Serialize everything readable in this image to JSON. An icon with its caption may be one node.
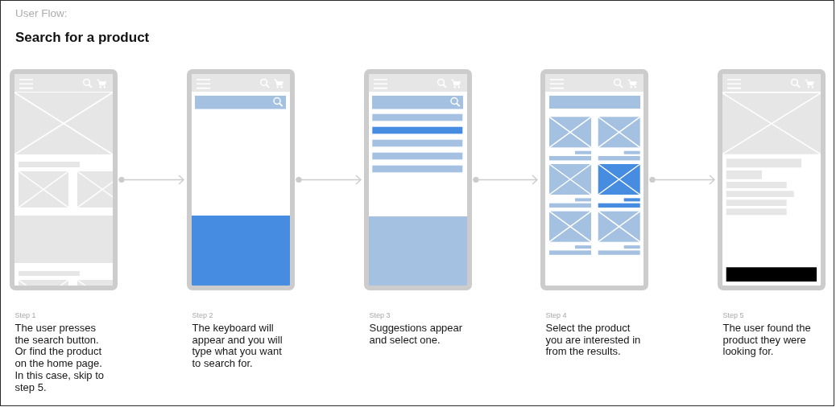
{
  "diagram": {
    "title": "Search for a product",
    "nodes": [
      {
        "text": [],
        "shape": "picture",
        "beside": [
          "Step 1",
          "The user presses the search button. Or find the product on the home page. In this case, skip to step 5."
        ]
      },
      {
        "text": [],
        "shape": "picture",
        "beside": [
          "Step 2",
          "The keyboard will appear and you will type what you want to search for."
        ]
      },
      {
        "text": [],
        "shape": "picture",
        "beside": [
          "Step 3",
          "Suggestions appear and select one."
        ]
      },
      {
        "text": [],
        "shape": "picture",
        "beside": [
          "Step 4",
          "Select the product you are interested in from the results."
        ]
      },
      {
        "text": [],
        "shape": "picture",
        "beside": [
          "Step 5",
          "The user found the product they were looking for."
        ]
      }
    ],
    "edges": [
      {
        "from": 0,
        "to": 1,
        "arrow": "to"
      },
      {
        "from": 1,
        "to": 2,
        "arrow": "to"
      },
      {
        "from": 2,
        "to": 3,
        "arrow": "to"
      },
      {
        "from": 3,
        "to": 4,
        "arrow": "to"
      }
    ],
    "labels": [
      "User Flow:"
    ]
  }
}
